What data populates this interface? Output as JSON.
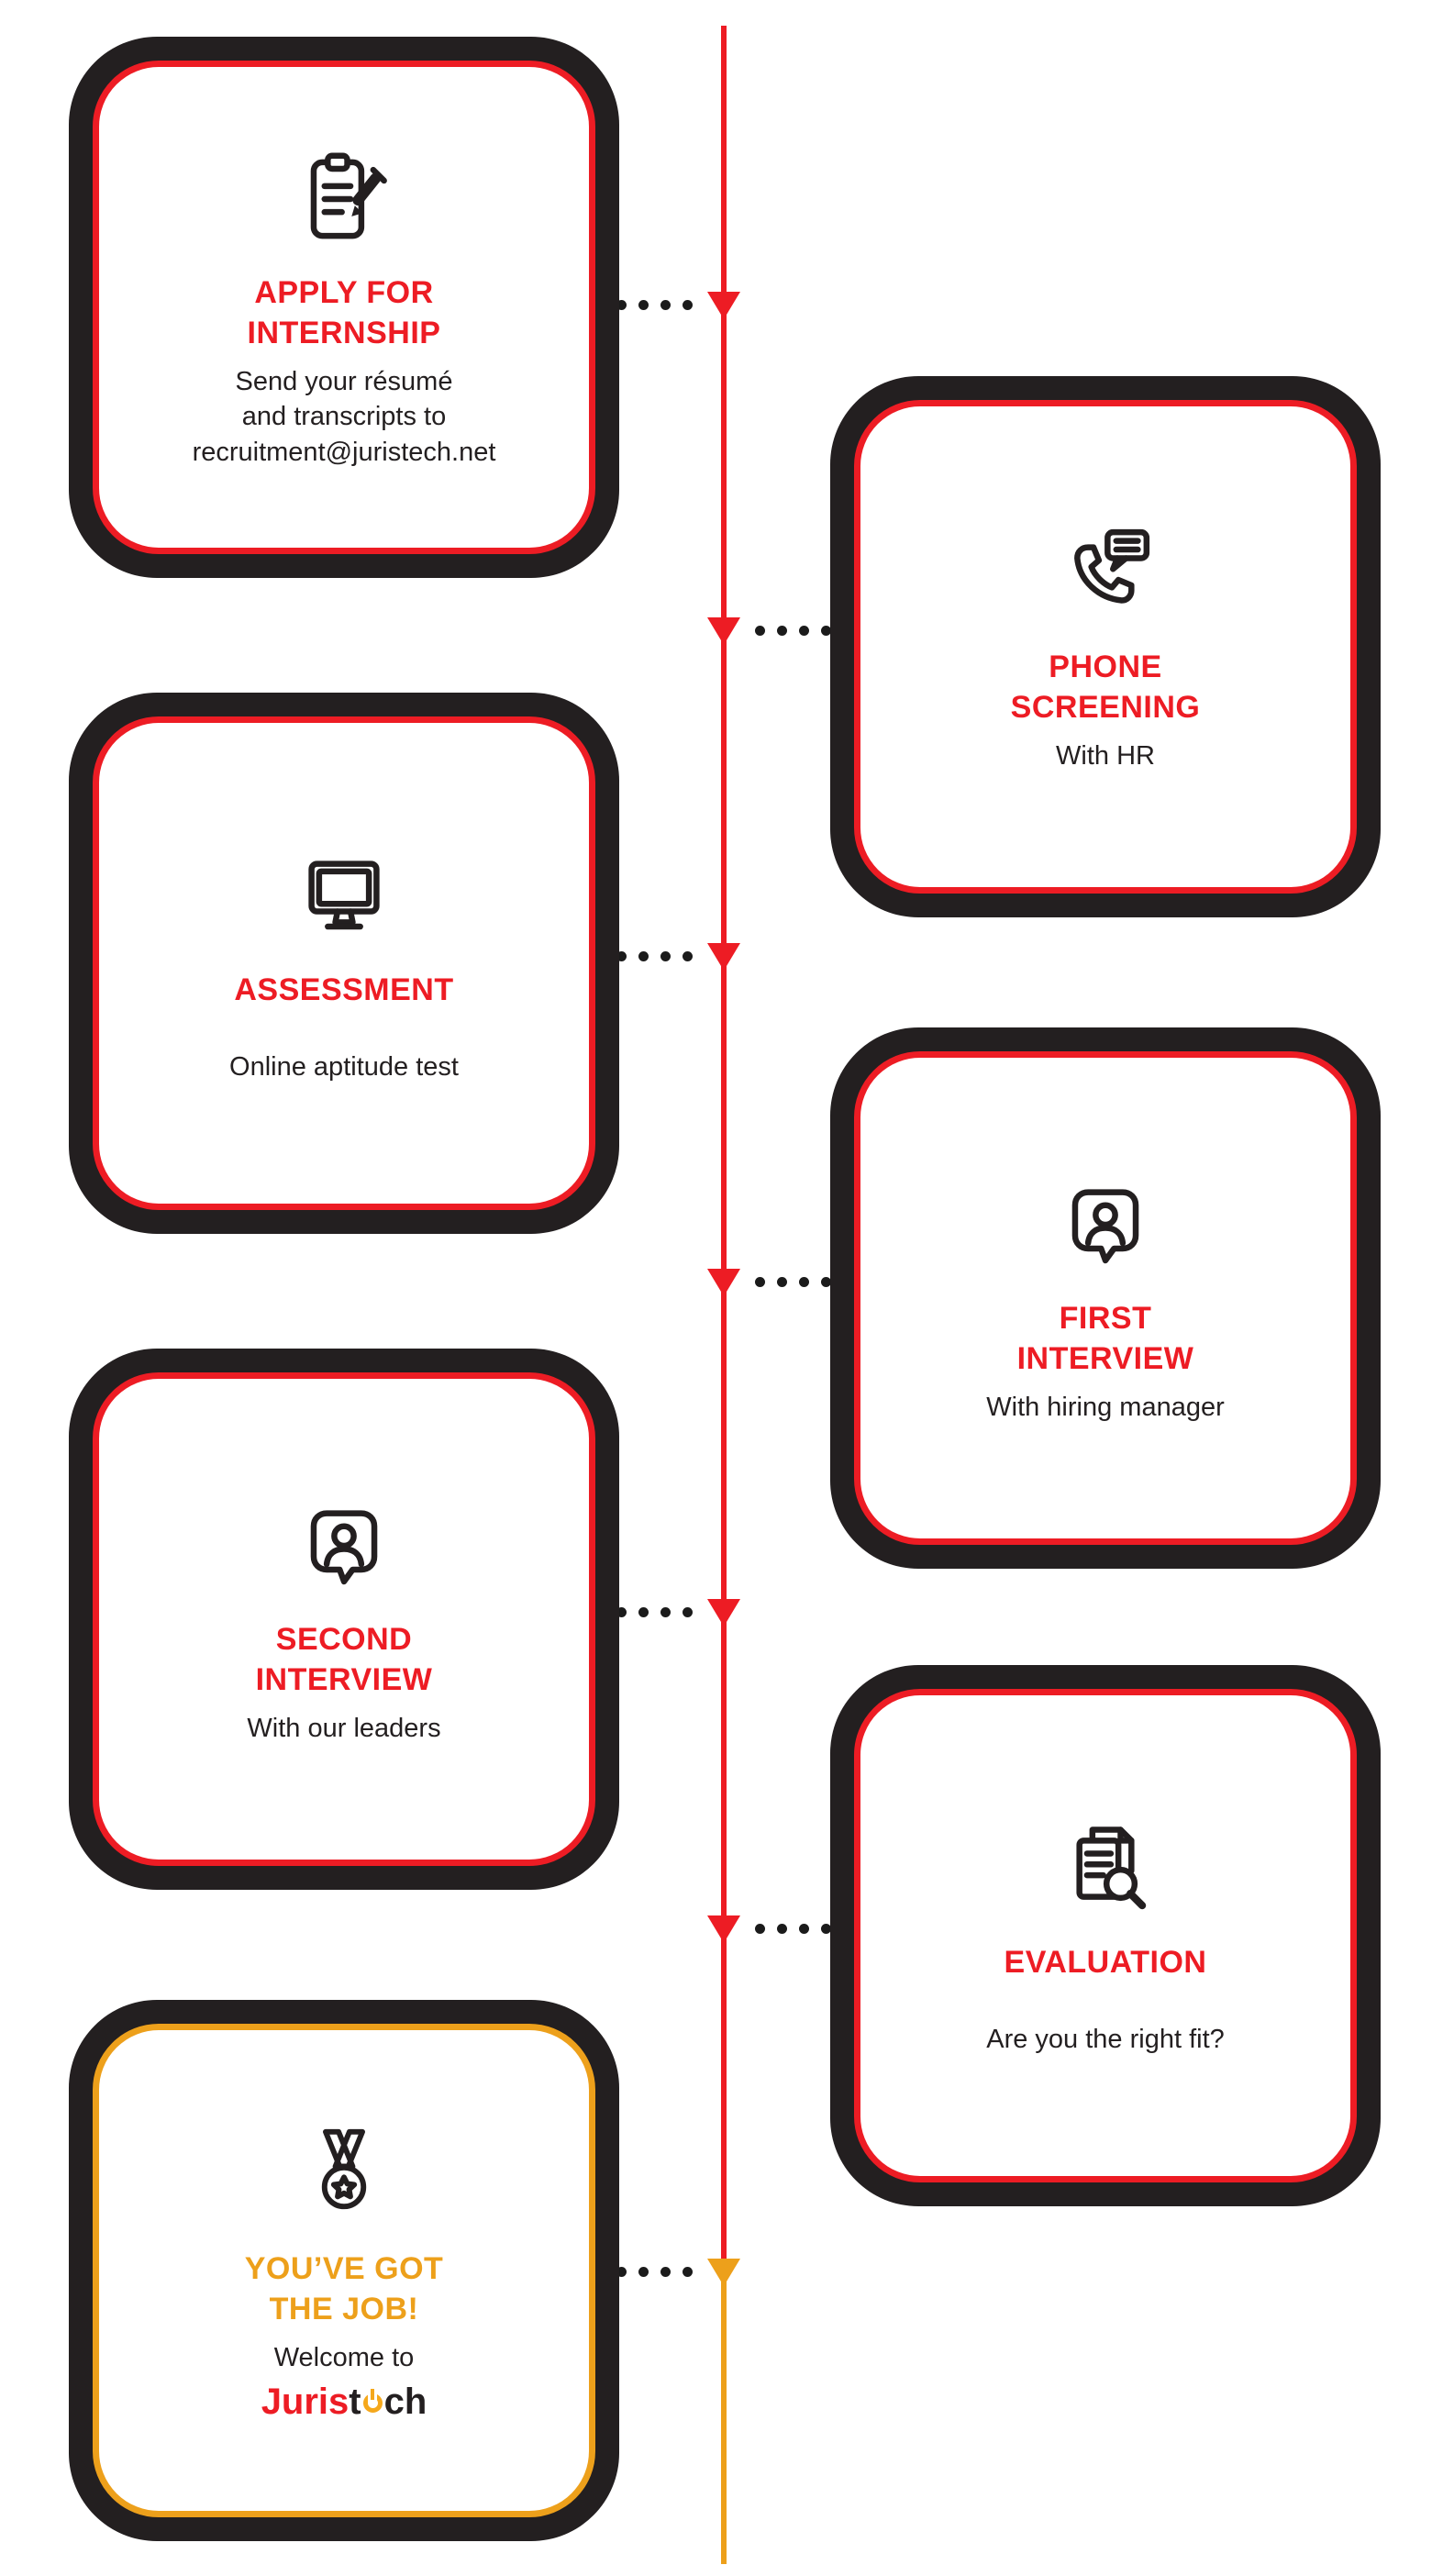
{
  "colors": {
    "red": "#ED1C24",
    "gold": "#EDA01B",
    "dark": "#231F20",
    "background": "#FFFFFF"
  },
  "timeline": {
    "direction": "top-to-bottom",
    "arrow_count_red": 6,
    "arrow_count_gold": 1
  },
  "logo": {
    "juris": "Juris",
    "t": "t",
    "ch": "ch",
    "power_glyph": "power-button"
  },
  "steps": [
    {
      "title": "APPLY FOR\nINTERNSHIP",
      "body": "Send your résumé\nand transcripts to\nrecruitment@juristech.net",
      "icon": "clipboard-pencil-icon",
      "side": "left",
      "accent": "#ED1C24"
    },
    {
      "title": "PHONE\nSCREENING",
      "body": "With HR",
      "icon": "phone-chat-icon",
      "side": "right",
      "accent": "#ED1C24"
    },
    {
      "title": "ASSESSMENT",
      "body": "Online aptitude test",
      "icon": "monitor-icon",
      "side": "left",
      "accent": "#ED1C24"
    },
    {
      "title": "FIRST\nINTERVIEW",
      "body": "With hiring manager",
      "icon": "person-badge-icon",
      "side": "right",
      "accent": "#ED1C24"
    },
    {
      "title": "SECOND\nINTERVIEW",
      "body": "With our leaders",
      "icon": "person-badge-icon",
      "side": "left",
      "accent": "#ED1C24"
    },
    {
      "title": "EVALUATION",
      "body": "Are you the right fit?",
      "icon": "document-magnifier-icon",
      "side": "right",
      "accent": "#ED1C24"
    },
    {
      "title": "YOU’VE GOT\nTHE JOB!",
      "body": "Welcome to",
      "icon": "medal-icon",
      "side": "left",
      "accent": "#EDA01B"
    }
  ]
}
